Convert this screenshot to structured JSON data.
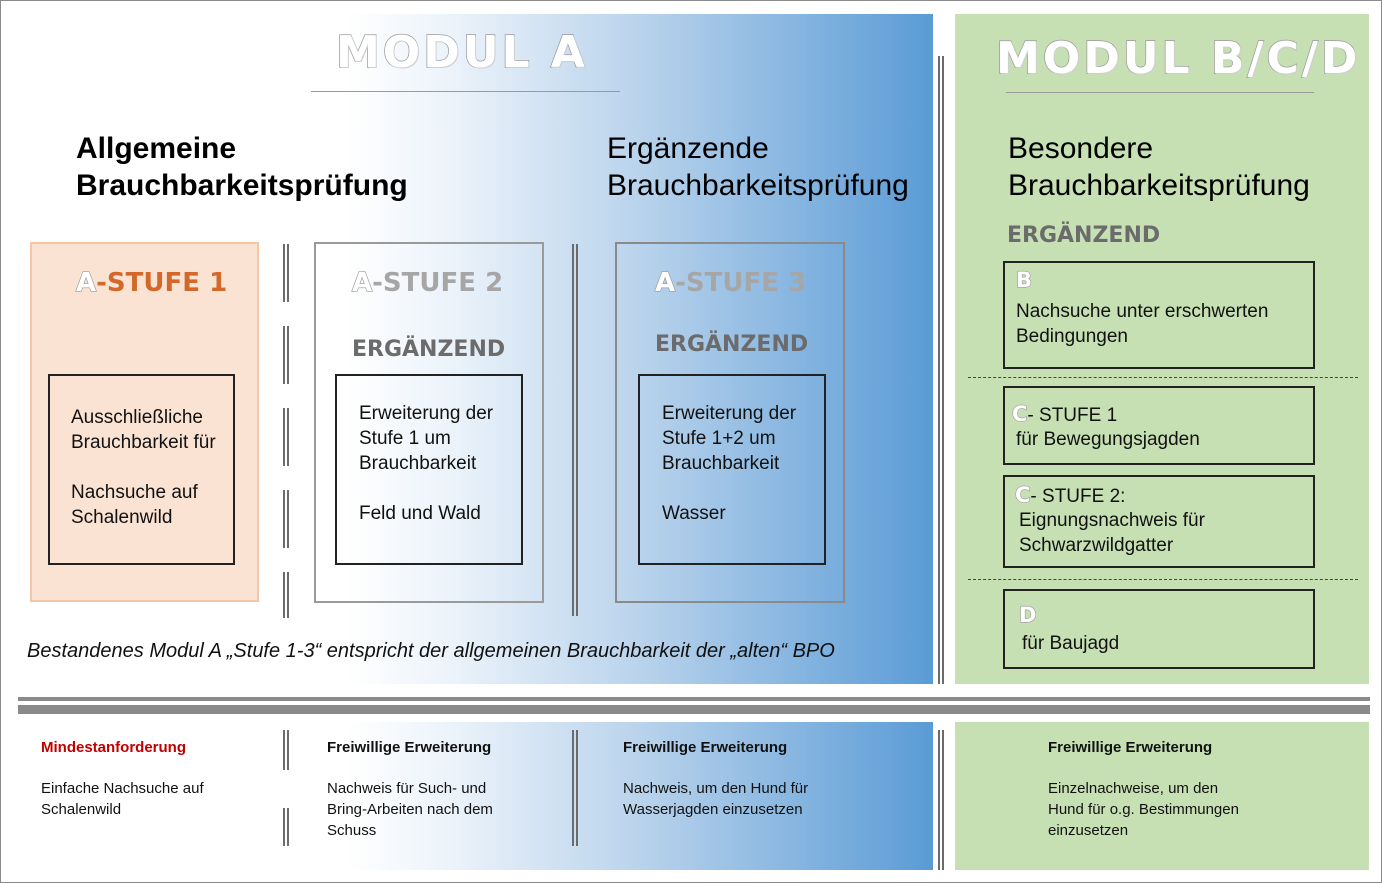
{
  "colors": {
    "modul_a_blue": "#5a9bd6",
    "modul_bcd_green": "#c6e0b4",
    "stufe1_orange": "#d2692a",
    "stufe1_fill": "#fbe3d4",
    "red_label": "#c00000"
  },
  "modul_a": {
    "heading": "MODUL A",
    "left_title_line1": "Allgemeine",
    "left_title_line2": "Brauchbarkeitsprüfung",
    "right_title_line1": "Ergänzende",
    "right_title_line2": "Brauchbarkeitsprüfung",
    "stufe1": {
      "letter": "A",
      "suffix": "-STUFE 1",
      "text": "Ausschließliche\nBrauchbarkeit für\n\nNachsuche auf\nSchalenwild"
    },
    "stufe2": {
      "letter": "A",
      "suffix": "-STUFE 2",
      "label": "ERGÄNZEND",
      "text": "Erweiterung der\nStufe 1 um\nBrauchbarkeit\n\nFeld und Wald"
    },
    "stufe3": {
      "letter": "A",
      "suffix": "-STUFE 3",
      "label": "ERGÄNZEND",
      "text": "Erweiterung der\nStufe 1+2 um\nBrauchbarkeit\n\nWasser"
    },
    "footnote": "Bestandenes Modul A „Stufe 1-3“ entspricht der allgemeinen Brauchbarkeit der „alten“ BPO"
  },
  "modul_bcd": {
    "heading": "MODUL B/C/D",
    "title_line1": "Besondere",
    "title_line2": "Brauchbarkeitsprüfung",
    "label": "ERGÄNZEND",
    "b": {
      "letter": "B",
      "text": "Nachsuche unter erschwerten\nBedingungen"
    },
    "c1": {
      "letter": "C",
      "line1": "- STUFE 1",
      "line2": "für Bewegungsjagden"
    },
    "c2": {
      "letter": "C",
      "line1": "- STUFE 2:",
      "line2": "Eignungsnachweis für\nSchwarzwildgatter"
    },
    "d": {
      "letter": "D",
      "text": "für Baujagd"
    }
  },
  "bottom": {
    "col1": {
      "head": "Mindestanforderung",
      "text": "Einfache Nachsuche auf\nSchalenwild"
    },
    "col2": {
      "head": "Freiwillige Erweiterung",
      "text": "Nachweis für Such- und\nBring-Arbeiten nach dem\nSchuss"
    },
    "col3": {
      "head": "Freiwillige Erweiterung",
      "text": "Nachweis, um den Hund für\nWasserjagden einzusetzen"
    },
    "col4": {
      "head": "Freiwillige Erweiterung",
      "text": "Einzelnachweise, um den\nHund für o.g. Bestimmungen\neinzusetzen"
    }
  }
}
